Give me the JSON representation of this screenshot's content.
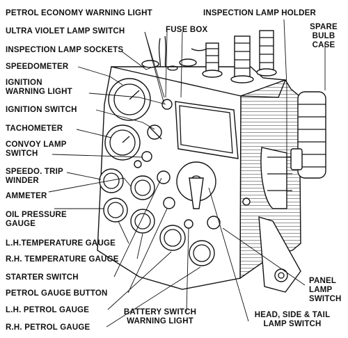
{
  "labels": {
    "petrol_economy_warning_light": "PETROL ECONOMY WARNING LIGHT",
    "ultra_violet_lamp_switch": "ULTRA VIOLET LAMP SWITCH",
    "fuse_box": "FUSE BOX",
    "inspection_lamp_sockets": "INSPECTION LAMP SOCKETS",
    "speedometer": "SPEEDOMETER",
    "ignition_warning_light": "IGNITION\nWARNING LIGHT",
    "ignition_switch": "IGNITION SWITCH",
    "tachometer": "TACHOMETER",
    "convoy_lamp_switch": "CONVOY LAMP\nSWITCH",
    "speedo_trip_winder": "SPEEDO. TRIP\nWINDER",
    "ammeter": "AMMETER",
    "oil_pressure_gauge": "OIL PRESSURE\nGAUGE",
    "lh_temperature_gauge": "L.H.TEMPERATURE GAUGE",
    "rh_temperature_gauge": "R.H. TEMPERATURE GAUGE",
    "starter_switch": "STARTER SWITCH",
    "petrol_gauge_button": "PETROL GAUGE BUTTON",
    "lh_petrol_gauge": "L.H. PETROL GAUGE",
    "rh_petrol_gauge": "R.H. PETROL GAUGE",
    "battery_switch_warning_light": "BATTERY SWITCH\nWARNING LIGHT",
    "inspection_lamp_holder": "INSPECTION LAMP HOLDER",
    "spare_bulb_case": "SPARE\nBULB\nCASE",
    "panel_lamp_switch": "PANEL\nLAMP\nSWITCH",
    "head_side_tail_lamp_switch": "HEAD, SIDE & TAIL\nLAMP SWITCH"
  }
}
